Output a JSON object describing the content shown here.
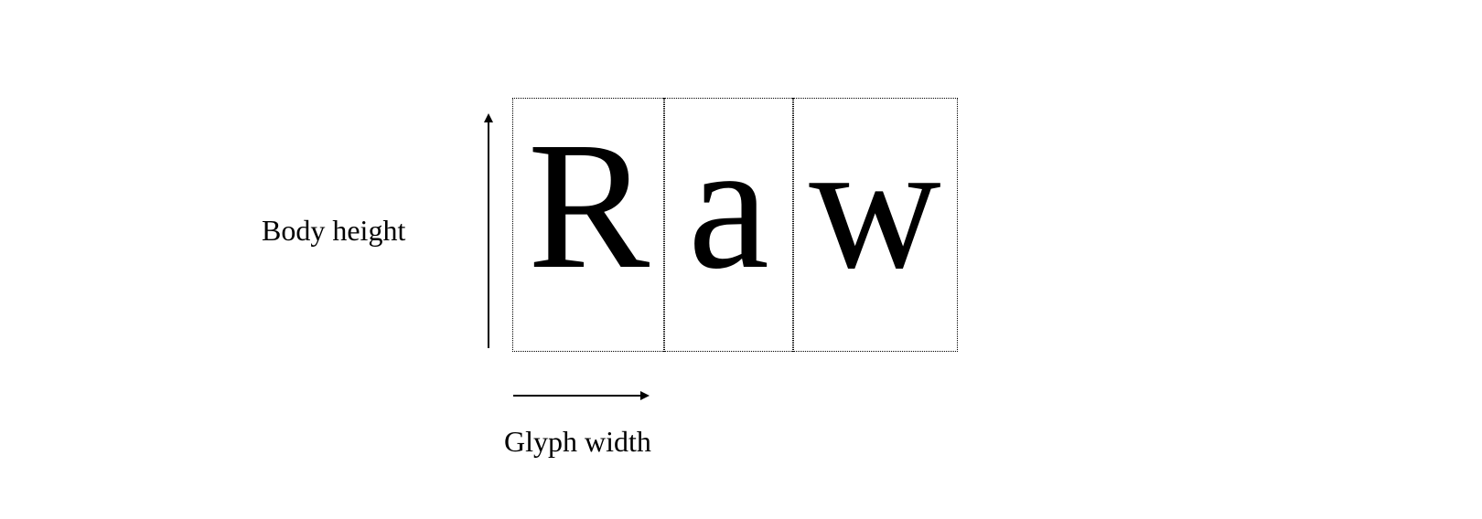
{
  "labels": {
    "body_height": "Body height",
    "glyph_width": "Glyph width"
  },
  "glyphs": [
    "R",
    "a",
    "w"
  ],
  "colors": {
    "ink": "#000000",
    "background": "#ffffff"
  }
}
